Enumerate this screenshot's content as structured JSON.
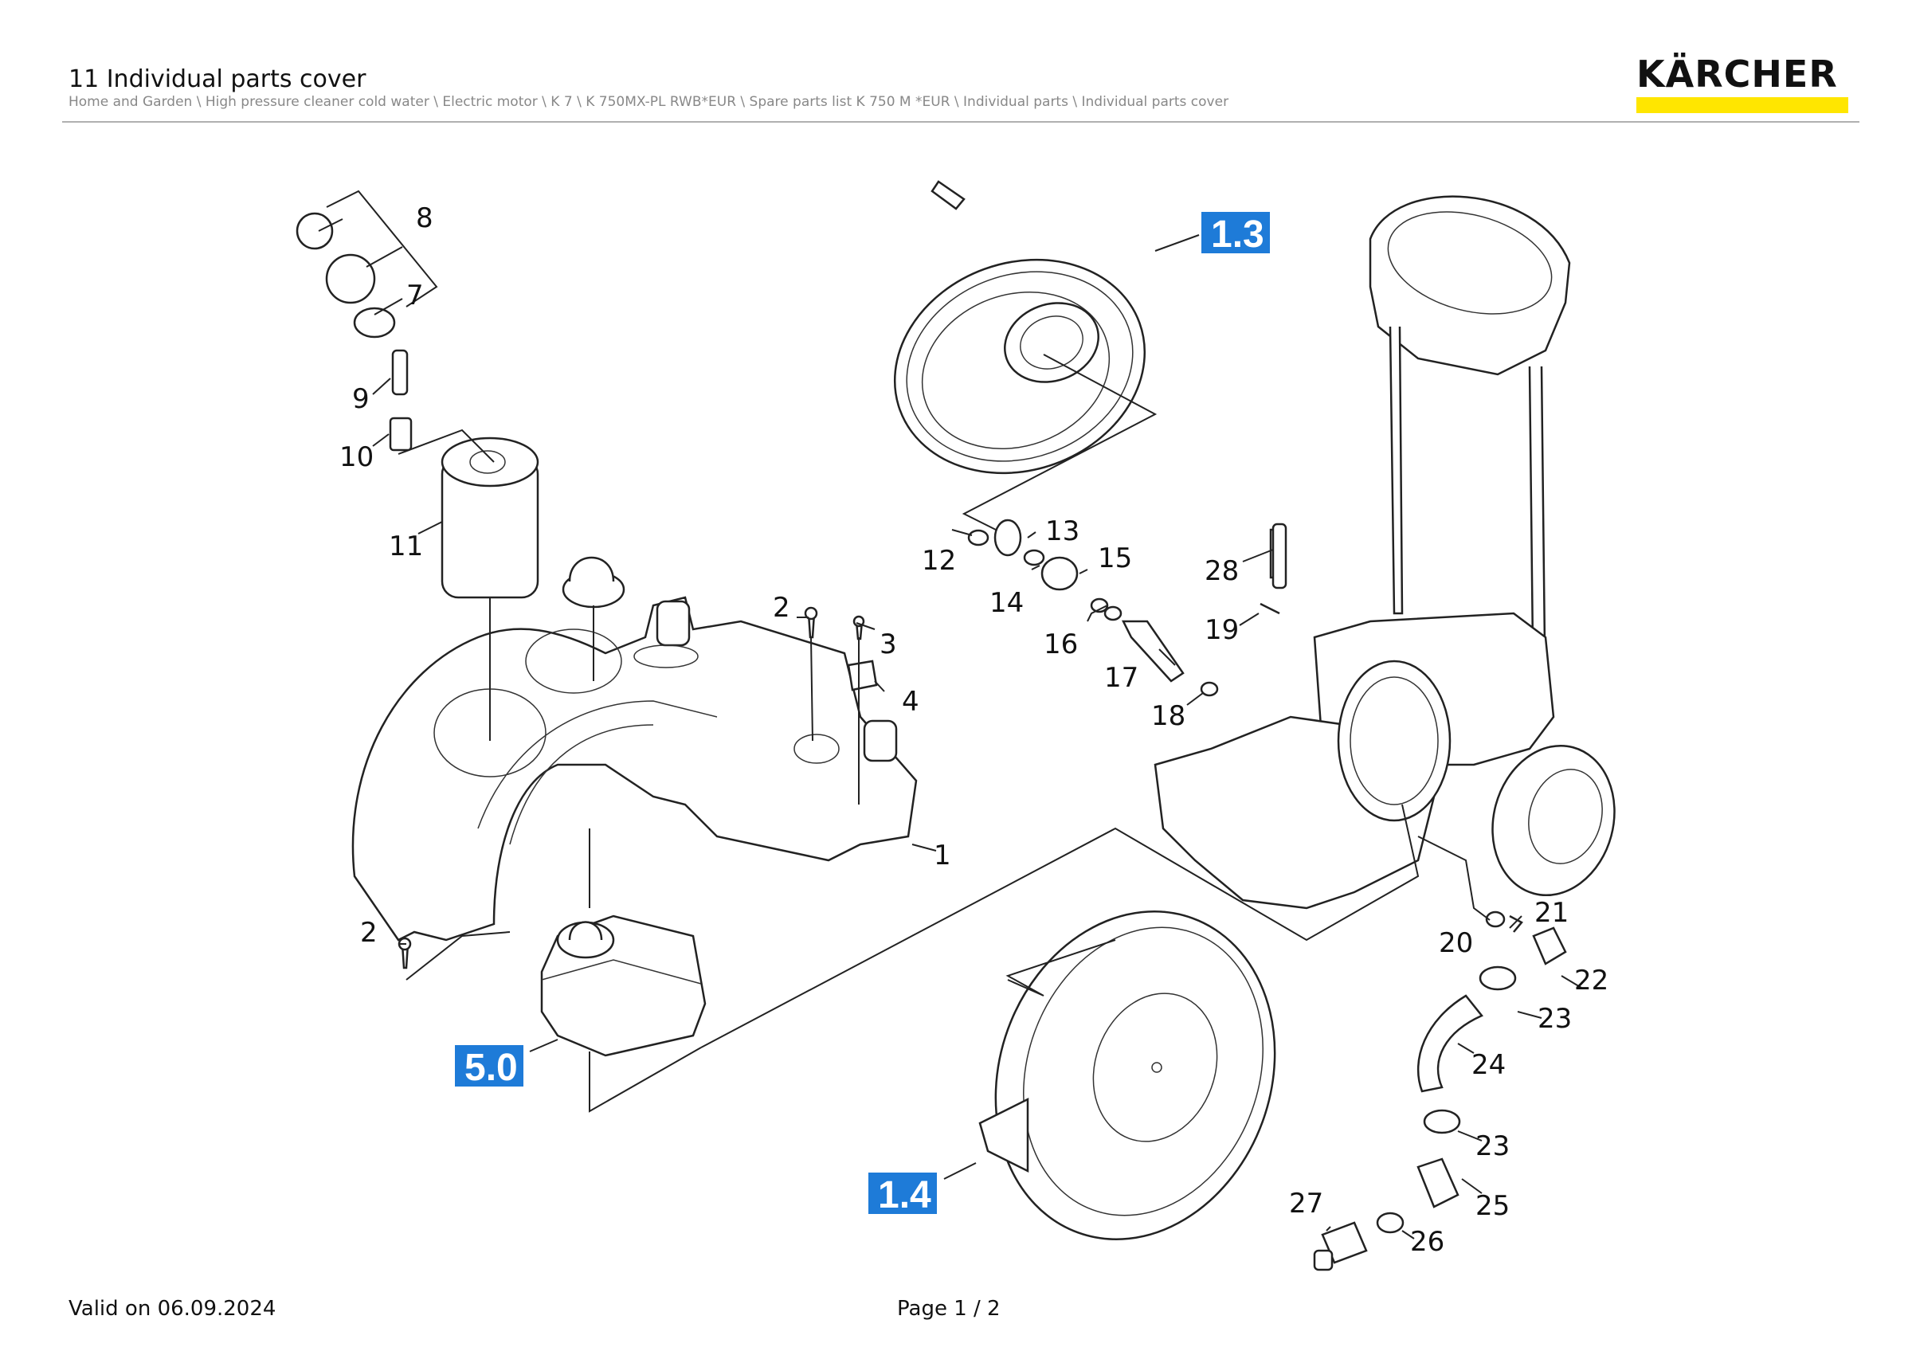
{
  "header": {
    "title": "11 Individual parts cover",
    "breadcrumb": "Home and Garden \\ High pressure cleaner cold water \\ Electric motor \\ K 7 \\ K 750MX-PL RWB*EUR \\ Spare parts list K 750 M *EUR \\ Individual parts \\ Individual parts cover",
    "logo_text": "KÄRCHER",
    "logo_bar_color": "#ffe600"
  },
  "diagram": {
    "part_numbers": [
      "1",
      "2",
      "2",
      "3",
      "4",
      "7",
      "8",
      "9",
      "10",
      "11",
      "12",
      "13",
      "14",
      "15",
      "16",
      "17",
      "18",
      "19",
      "20",
      "21",
      "22",
      "23",
      "23",
      "24",
      "25",
      "26",
      "27",
      "28"
    ],
    "assembly_labels": [
      "1.3",
      "1.4",
      "5.0"
    ],
    "assembly_color": "#1e7bd8"
  },
  "footer": {
    "valid": "Valid on 06.09.2024",
    "page": "Page 1 / 2"
  }
}
